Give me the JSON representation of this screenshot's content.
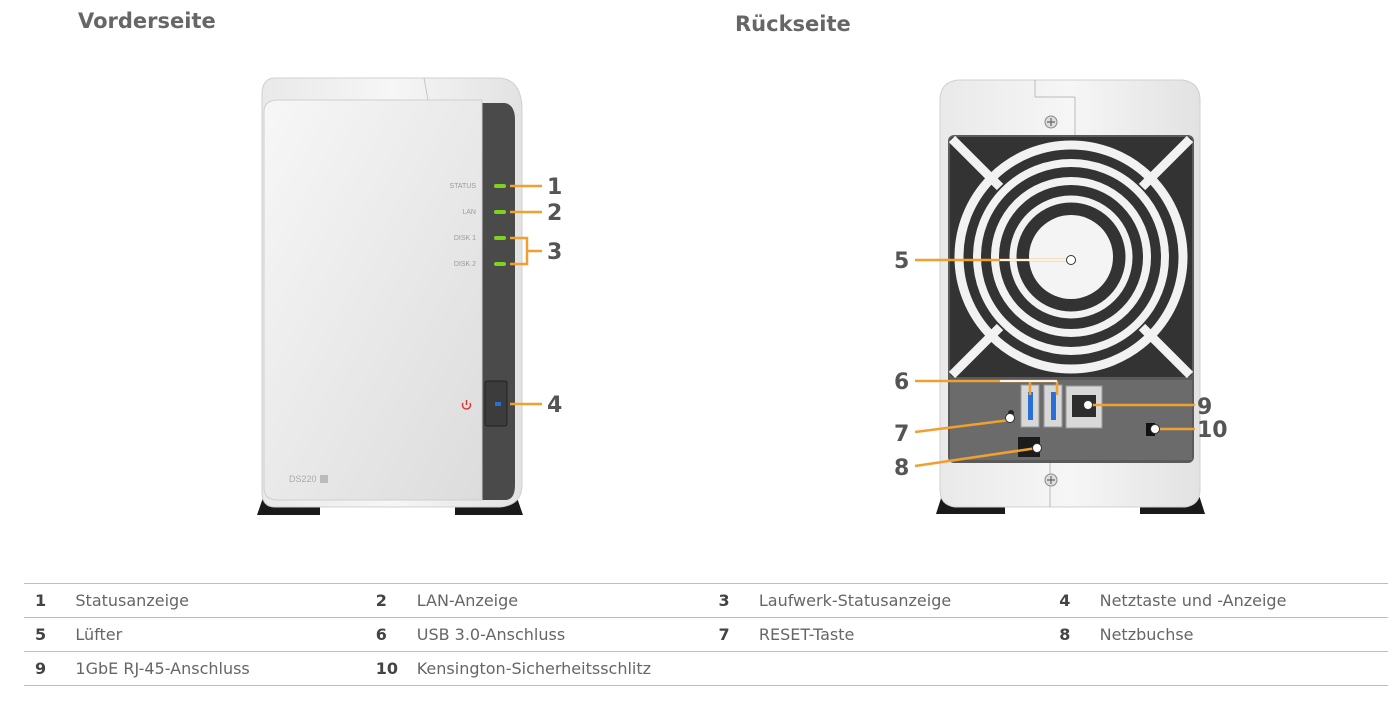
{
  "titles": {
    "front": "Vorderseite",
    "back": "Rückseite"
  },
  "front_panel": {
    "led_labels": [
      "STATUS",
      "LAN",
      "DISK 1",
      "DISK 2"
    ],
    "model_label": "DS220"
  },
  "callouts": {
    "c1": "1",
    "c2": "2",
    "c3": "3",
    "c4": "4",
    "c5": "5",
    "c6": "6",
    "c7": "7",
    "c8": "8",
    "c9": "9",
    "c10": "10"
  },
  "legend": [
    [
      {
        "num": "1",
        "label": "Statusanzeige"
      },
      {
        "num": "2",
        "label": "LAN-Anzeige"
      },
      {
        "num": "3",
        "label": "Laufwerk-Statusanzeige"
      },
      {
        "num": "4",
        "label": "Netztaste und -Anzeige"
      }
    ],
    [
      {
        "num": "5",
        "label": "Lüfter"
      },
      {
        "num": "6",
        "label": "USB 3.0-Anschluss"
      },
      {
        "num": "7",
        "label": "RESET-Taste"
      },
      {
        "num": "8",
        "label": "Netzbuchse"
      }
    ],
    [
      {
        "num": "9",
        "label": "1GbE RJ-45-Anschluss"
      },
      {
        "num": "10",
        "label": "Kensington-Sicherheitsschlitz"
      },
      {
        "num": "",
        "label": ""
      },
      {
        "num": "",
        "label": ""
      }
    ]
  ],
  "colors": {
    "accent": "#f0a030",
    "led_green": "#7ed321",
    "power_red": "#e0302a",
    "usb_blue": "#2a6fd6"
  }
}
